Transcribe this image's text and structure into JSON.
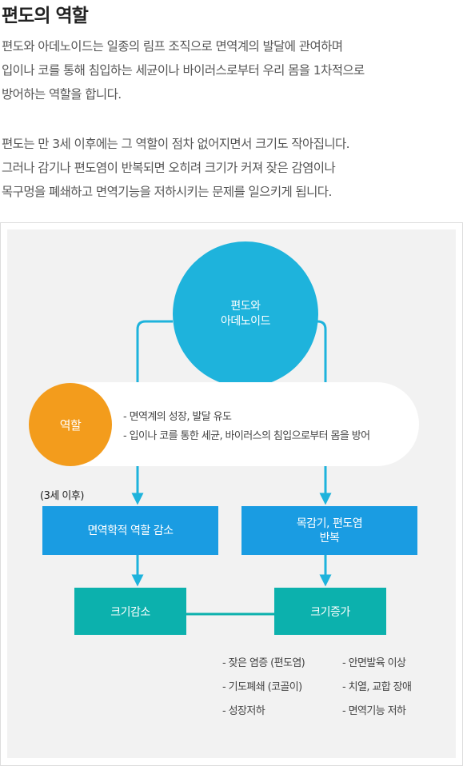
{
  "title": "편도의 역할",
  "intro": [
    "편도와 아데노이드는 일종의 림프 조직으로 면역계의 발달에 관여하며",
    "입이나 코를 통해 침입하는 세균이나 바이러스로부터 우리 몸을 1차적으로",
    "방어하는 역할을 합니다."
  ],
  "detail": [
    "편도는 만 3세 이후에는 그 역할이 점차 없어지면서 크기도 작아집니다.",
    "그러나 감기나 편도염이 반복되면 오히려 크기가 커져 잦은 감염이나",
    "목구멍을 폐쇄하고 면역기능을 저하시키는 문제를 일으키게 됩니다."
  ],
  "diagram": {
    "top_node": [
      "편도와",
      "아데노이드"
    ],
    "role_node": "역할",
    "role_items": [
      "- 면역계의 성장, 발달 유도",
      "- 입이나 코를 통한 세균, 바이러스의 침입으로부터 몸을 방어"
    ],
    "age_note": "(3세 이후)",
    "left_box": "면역학적 역할 감소",
    "right_box": [
      "목감기, 편도염",
      "반복"
    ],
    "left_result": "크기감소",
    "right_result": "크기증가",
    "effects_col1": [
      "- 잦은 염증 (편도염)",
      "- 기도폐쇄 (코골이)",
      "- 성장저하"
    ],
    "effects_col2": [
      "- 안면발육 이상",
      "- 치열, 교합 장애",
      "- 면역기능 저하"
    ],
    "colors": {
      "top_node": "#1eb3dc",
      "role_node": "#f39c1c",
      "blue_box": "#1a9ce2",
      "teal_box": "#0cb1ad",
      "line": "#1eb3dc",
      "teal_line": "#0cb1ad"
    }
  }
}
